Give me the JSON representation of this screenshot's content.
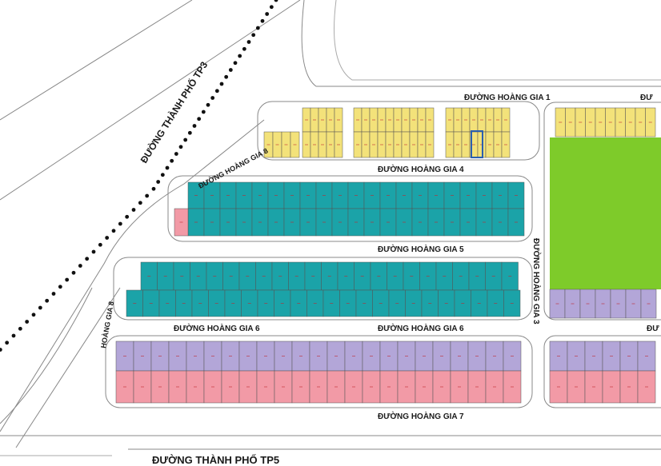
{
  "map": {
    "roads": {
      "hoang_gia_1": "ĐƯỜNG HOÀNG GIA 1",
      "hoang_gia_1_cut": "ĐƯ",
      "hoang_gia_3": "ĐƯỜNG HOÀNG GIA 3",
      "hoang_gia_4": "ĐƯỜNG HOÀNG GIA 4",
      "hoang_gia_5": "ĐƯỜNG HOÀNG GIA 5",
      "hoang_gia_6": "ĐƯỜNG HOÀNG GIA 6",
      "hoang_gia_6_cut": "ĐƯ",
      "hoang_gia_7": "ĐƯỜNG HOÀNG GIA 7",
      "hoang_gia_8_upper": "ĐƯỜNG HOÀNG GIA 8",
      "hoang_gia_8_lower": "HOÀNG GIA 8",
      "tp3": "ĐƯỜNG THÀNH PHỐ TP3",
      "tp5": "ĐƯỜNG THÀNH PHỐ TP5"
    },
    "colors": {
      "yellow_lots": "#f3e27a",
      "teal_lots": "#1ba3a8",
      "pink_lots": "#f29aa6",
      "purple_lots": "#b3a6d8",
      "park": "#7ecb2a",
      "lot_text": "#c0282f",
      "highlight": "#2b5fb0"
    }
  }
}
